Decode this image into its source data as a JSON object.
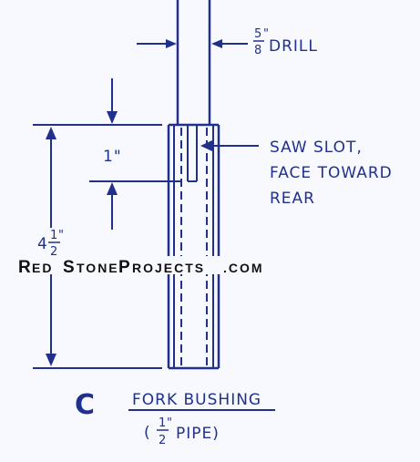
{
  "drill": {
    "num": "5",
    "den": "8",
    "inch": "\"",
    "label": "DRILL"
  },
  "slot_depth": {
    "text": "1\""
  },
  "saw_slot": {
    "line1": "SAW SLOT,",
    "line2": "FACE TOWARD",
    "line3": "REAR"
  },
  "length": {
    "whole": "4",
    "num": "1",
    "den": "2",
    "inch": "\""
  },
  "watermark": {
    "big1": "R",
    "small1": "ED",
    "big2": "S",
    "small2": "TONE",
    "big3": "P",
    "small3": "ROJECTS",
    "tail": ".COM"
  },
  "part": {
    "letter": "C",
    "title": "FORK BUSHING",
    "paren_open": "(",
    "num": "1",
    "den": "2",
    "inch": "\"",
    "pipe": "PIPE)"
  },
  "colors": {
    "ink": "#20308c",
    "background": "#f7f9ff"
  }
}
